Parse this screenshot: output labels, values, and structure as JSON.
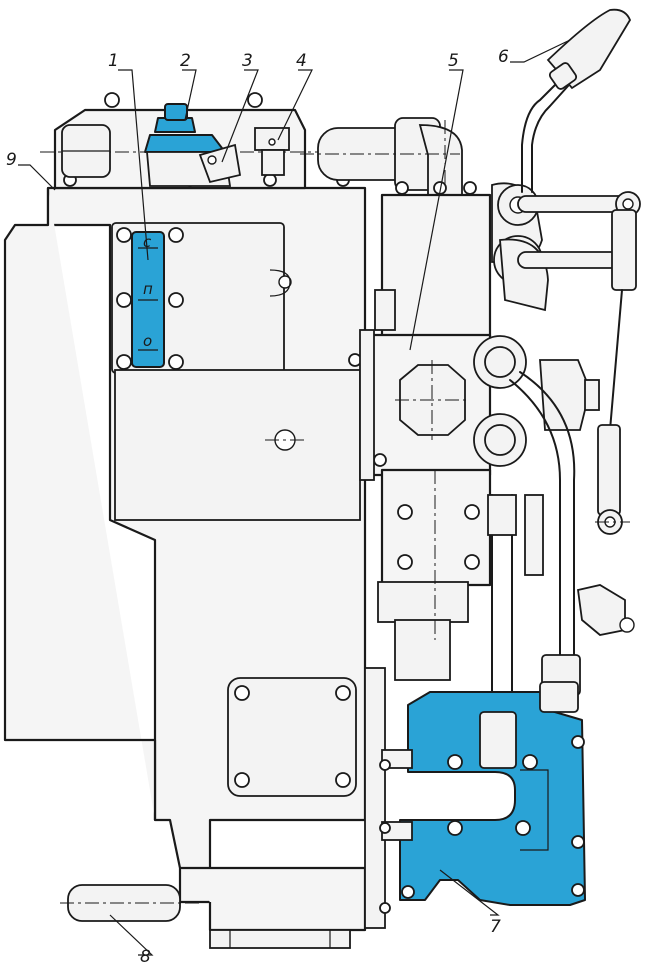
{
  "figure": {
    "callouts": [
      "1",
      "2",
      "3",
      "4",
      "5",
      "6",
      "7",
      "8",
      "9"
    ],
    "indicator_scale": [
      "с",
      "п",
      "о"
    ]
  },
  "colors": {
    "highlight": "#2aa3d6",
    "outline": "#1a1a1a",
    "background": "#ffffff"
  }
}
